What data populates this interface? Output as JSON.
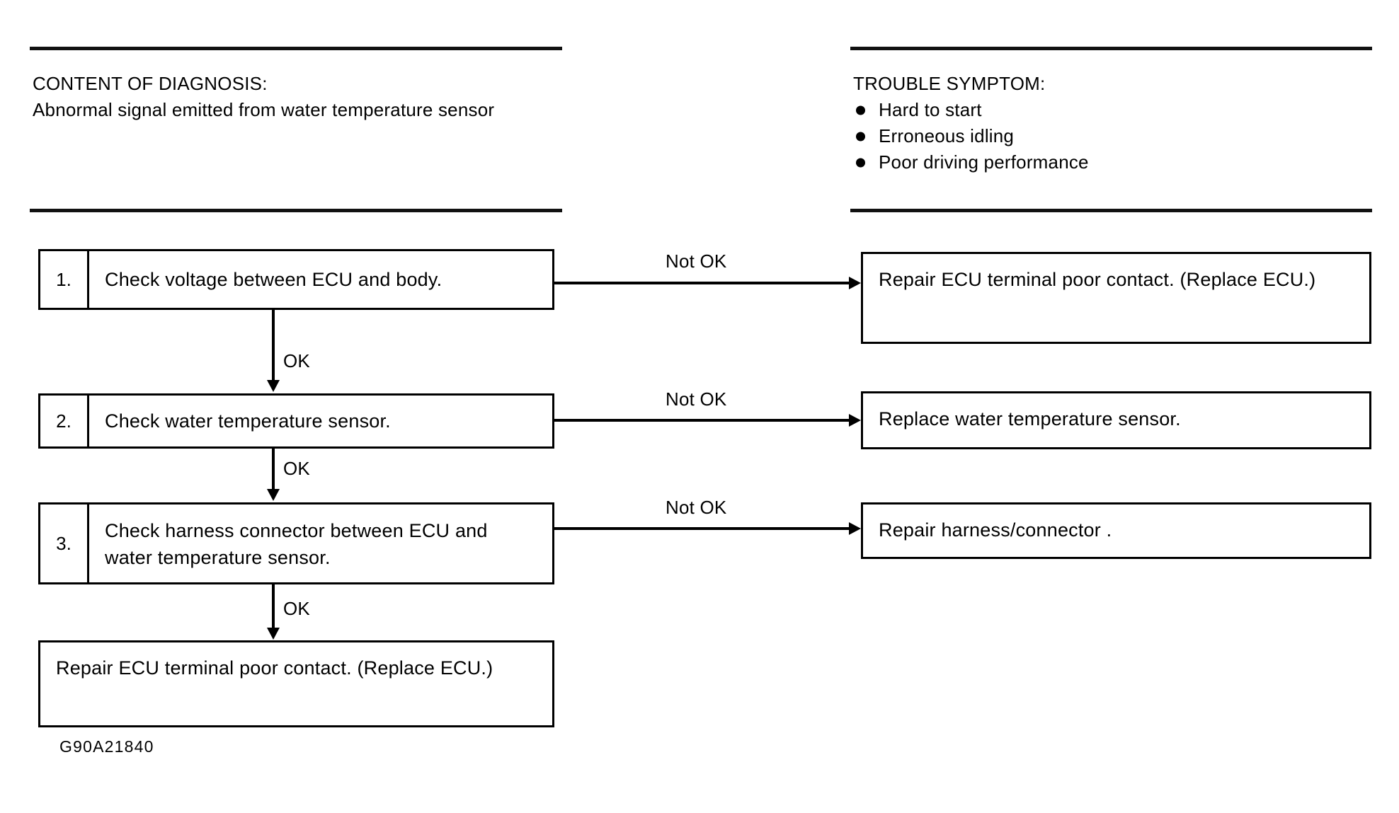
{
  "figure": {
    "id": "G90A21840"
  },
  "header": {
    "diagnosis": {
      "title": "CONTENT OF DIAGNOSIS:",
      "text": "Abnormal signal emitted from water temperature sensor"
    },
    "symptom": {
      "title": "TROUBLE SYMPTOM:",
      "items": [
        "Hard to start",
        "Erroneous idling",
        "Poor driving performance"
      ]
    }
  },
  "flow": {
    "steps": [
      {
        "number": "1.",
        "text": "Check voltage between ECU and body.",
        "branch_label": "Not OK",
        "pass_label": "OK",
        "result": "Repair ECU terminal poor contact. (Replace ECU.)"
      },
      {
        "number": "2.",
        "text": "Check water temperature sensor.",
        "branch_label": "Not OK",
        "pass_label": "OK",
        "result": "Replace water temperature sensor."
      },
      {
        "number": "3.",
        "text": "Check harness connector between ECU and water temperature sensor.",
        "branch_label": "Not OK",
        "pass_label": "OK",
        "result": "Repair harness/connector ."
      }
    ],
    "final": {
      "text": "Repair  ECU  terminal  poor  contact.  (Replace ECU.)"
    }
  },
  "colors": {
    "ink": "#000000",
    "paper": "#ffffff"
  }
}
